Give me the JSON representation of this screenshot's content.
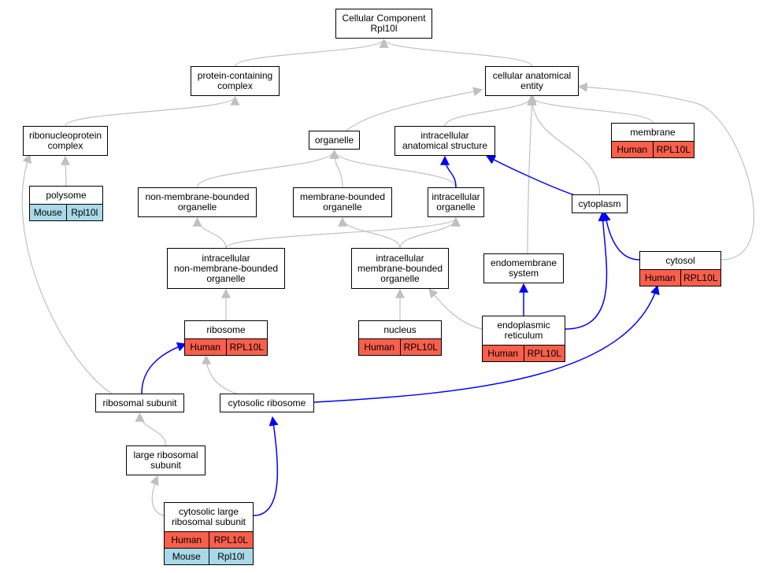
{
  "colors": {
    "edge_default": "#c0c0c0",
    "edge_highlight": "#0000ff",
    "human": "#f95f4b",
    "mouse": "#a9d9e8"
  },
  "nodes": {
    "root": {
      "label": "Cellular Component\nRpl10l"
    },
    "protein_complex": {
      "label": "protein-containing\ncomplex"
    },
    "cellular_entity": {
      "label": "cellular anatomical\nentity"
    },
    "rnp_complex": {
      "label": "ribonucleoprotein\ncomplex"
    },
    "organelle": {
      "label": "organelle"
    },
    "ic_structure": {
      "label": "intracellular\nanatomical structure"
    },
    "membrane": {
      "label": "membrane",
      "rows": [
        {
          "species": "Human",
          "gene": "RPL10L"
        }
      ]
    },
    "polysome": {
      "label": "polysome",
      "rows": [
        {
          "species": "Mouse",
          "gene": "Rpl10l"
        }
      ]
    },
    "nmb_organelle": {
      "label": "non-membrane-bounded\norganelle"
    },
    "mb_organelle": {
      "label": "membrane-bounded\norganelle"
    },
    "ic_organelle": {
      "label": "intracellular\norganelle"
    },
    "cytoplasm": {
      "label": "cytoplasm"
    },
    "ic_nmb_organelle": {
      "label": "intracellular\nnon-membrane-bounded\norganelle"
    },
    "ic_mb_organelle": {
      "label": "intracellular\nmembrane-bounded\norganelle"
    },
    "endomembrane": {
      "label": "endomembrane\nsystem"
    },
    "cytosol": {
      "label": "cytosol",
      "rows": [
        {
          "species": "Human",
          "gene": "RPL10L"
        }
      ]
    },
    "ribosome": {
      "label": "ribosome",
      "rows": [
        {
          "species": "Human",
          "gene": "RPL10L"
        }
      ]
    },
    "nucleus": {
      "label": "nucleus",
      "rows": [
        {
          "species": "Human",
          "gene": "RPL10L"
        }
      ]
    },
    "er": {
      "label": "endoplasmic\nreticulum",
      "rows": [
        {
          "species": "Human",
          "gene": "RPL10L"
        }
      ]
    },
    "ribo_subunit": {
      "label": "ribosomal subunit"
    },
    "cyto_ribosome": {
      "label": "cytosolic ribosome"
    },
    "large_subunit": {
      "label": "large ribosomal\nsubunit"
    },
    "cyto_large_subunit": {
      "label": "cytosolic large\nribosomal subunit",
      "rows": [
        {
          "species": "Human",
          "gene": "RPL10L"
        },
        {
          "species": "Mouse",
          "gene": "Rpl10l"
        }
      ]
    }
  },
  "edges": [
    {
      "from": "protein_complex",
      "to": "root",
      "highlight": false
    },
    {
      "from": "cellular_entity",
      "to": "root",
      "highlight": false
    },
    {
      "from": "rnp_complex",
      "to": "protein_complex",
      "highlight": false
    },
    {
      "from": "organelle",
      "to": "cellular_entity",
      "highlight": false
    },
    {
      "from": "ic_structure",
      "to": "cellular_entity",
      "highlight": false
    },
    {
      "from": "membrane",
      "to": "cellular_entity",
      "highlight": false
    },
    {
      "from": "cytoplasm",
      "to": "cellular_entity",
      "highlight": false
    },
    {
      "from": "endomembrane",
      "to": "cellular_entity",
      "highlight": false
    },
    {
      "from": "cytosol",
      "to": "cellular_entity",
      "highlight": false
    },
    {
      "from": "polysome",
      "to": "rnp_complex",
      "highlight": false
    },
    {
      "from": "ribo_subunit",
      "to": "rnp_complex",
      "highlight": false
    },
    {
      "from": "nmb_organelle",
      "to": "organelle",
      "highlight": false
    },
    {
      "from": "mb_organelle",
      "to": "organelle",
      "highlight": false
    },
    {
      "from": "ic_organelle",
      "to": "organelle",
      "highlight": false
    },
    {
      "from": "ic_organelle",
      "to": "ic_structure",
      "highlight": true
    },
    {
      "from": "cytoplasm",
      "to": "ic_structure",
      "highlight": true
    },
    {
      "from": "ic_nmb_organelle",
      "to": "nmb_organelle",
      "highlight": false
    },
    {
      "from": "ic_nmb_organelle",
      "to": "ic_organelle",
      "highlight": false
    },
    {
      "from": "ic_mb_organelle",
      "to": "mb_organelle",
      "highlight": false
    },
    {
      "from": "ic_mb_organelle",
      "to": "ic_organelle",
      "highlight": false
    },
    {
      "from": "ribosome",
      "to": "ic_nmb_organelle",
      "highlight": false
    },
    {
      "from": "nucleus",
      "to": "ic_mb_organelle",
      "highlight": false
    },
    {
      "from": "er",
      "to": "ic_mb_organelle",
      "highlight": false
    },
    {
      "from": "er",
      "to": "endomembrane",
      "highlight": true
    },
    {
      "from": "er",
      "to": "cytoplasm",
      "highlight": true
    },
    {
      "from": "cytosol",
      "to": "cytoplasm",
      "highlight": true
    },
    {
      "from": "ribo_subunit",
      "to": "ribosome",
      "highlight": true
    },
    {
      "from": "cyto_ribosome",
      "to": "ribosome",
      "highlight": false
    },
    {
      "from": "cyto_ribosome",
      "to": "cytosol",
      "highlight": true
    },
    {
      "from": "large_subunit",
      "to": "ribo_subunit",
      "highlight": false
    },
    {
      "from": "cyto_large_subunit",
      "to": "large_subunit",
      "highlight": false
    },
    {
      "from": "cyto_large_subunit",
      "to": "cyto_ribosome",
      "highlight": true
    }
  ]
}
